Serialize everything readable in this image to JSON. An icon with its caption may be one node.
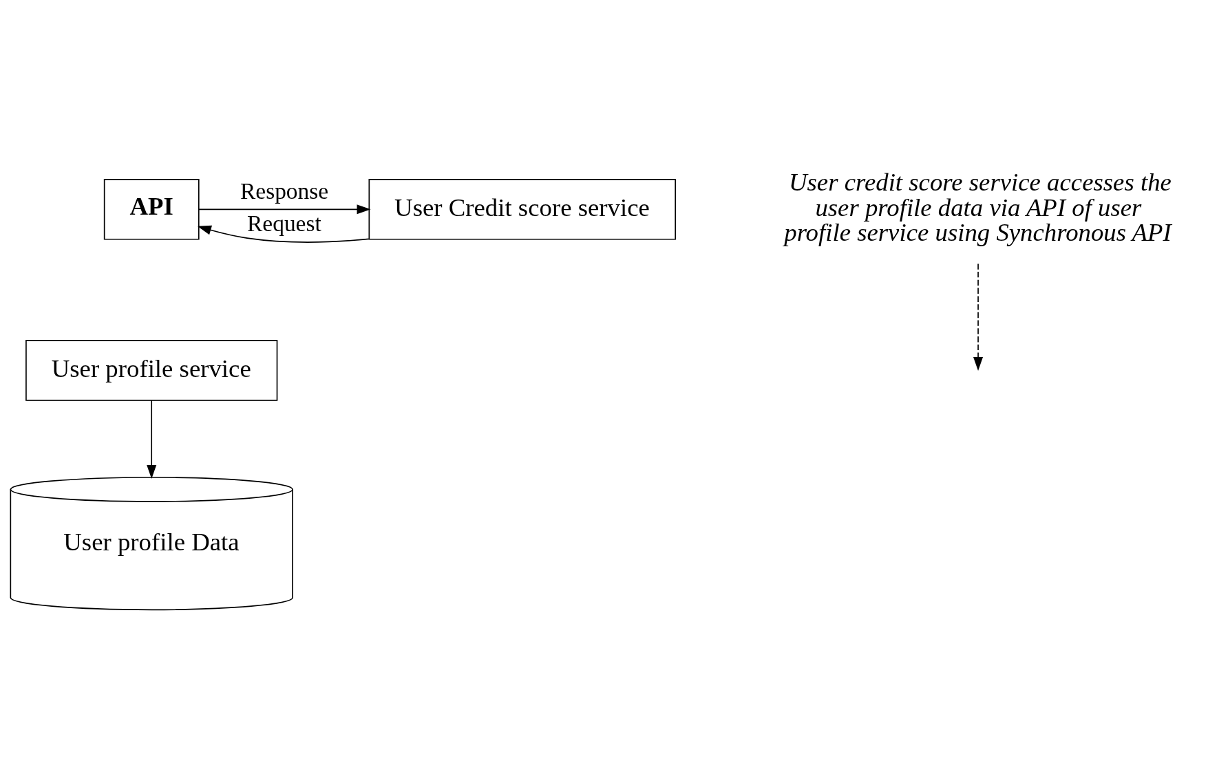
{
  "diagram": {
    "nodes": [
      {
        "text": [
          "API"
        ]
      },
      {
        "text": [
          "User profile service"
        ]
      },
      {
        "text": [
          "User Credit score service"
        ]
      },
      {
        "text": [
          "User profile Data"
        ]
      },
      {
        "text": [
          "User credit score service accesses the user profile data via API of user profile service using Synchronous API"
        ]
      }
    ],
    "edges": [
      {
        "from": 0,
        "to": 2,
        "arrow": "to",
        "label": "Response"
      },
      {
        "from": 2,
        "to": 0,
        "arrow": "to",
        "label": "Request"
      },
      {
        "from": 1,
        "to": 3,
        "arrow": "to"
      },
      {
        "from": 4,
        "to": null,
        "arrow": "to",
        "style": "dashed"
      }
    ]
  }
}
